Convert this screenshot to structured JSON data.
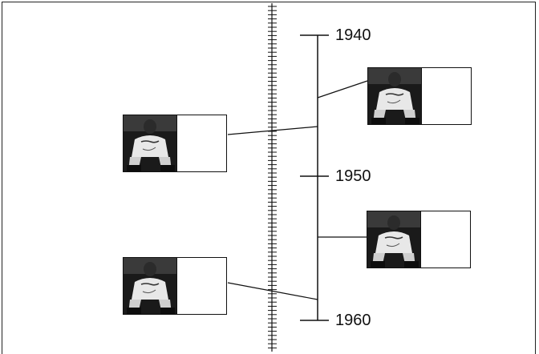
{
  "timeline": {
    "years": [
      {
        "label": "1940"
      },
      {
        "label": "1950"
      },
      {
        "label": "1960"
      }
    ],
    "entries": [
      {
        "side": "right",
        "image": "baseball-player-photo"
      },
      {
        "side": "left",
        "image": "baseball-player-photo"
      },
      {
        "side": "right",
        "image": "baseball-player-photo"
      },
      {
        "side": "left",
        "image": "baseball-player-photo"
      }
    ]
  },
  "colors": {
    "line": "#111111",
    "photo_bg": "#1a1a1a",
    "jersey": "#e8e8e8"
  }
}
